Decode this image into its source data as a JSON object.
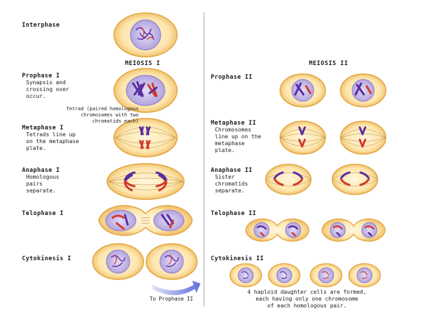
{
  "headers": {
    "meiosis1": "MEIOSIS I",
    "meiosis2": "MEIOSIS II"
  },
  "stages_left": {
    "interphase": "Interphase",
    "prophase1": "Prophase I",
    "prophase1_desc": "Synapsis and\ncrossing over\noccur.",
    "tetrad_note": "Tetrad (paired homologous\nchromosomes with two\nchromatids each)",
    "metaphase1": "Metaphase I",
    "metaphase1_desc": "Tetrads line up\non the metaphase\nplate.",
    "anaphase1": "Anaphase I",
    "anaphase1_desc": "Homologous\npairs\nseparate.",
    "telophase1": "Telophase I",
    "cytokinesis1": "Cytokinesis I",
    "to_prophase2": "To Prophase II"
  },
  "stages_right": {
    "prophase2": "Prophase II",
    "metaphase2": "Metaphase II",
    "metaphase2_desc": "Chromosomes\nline up on the\nmetaphase\nplate.",
    "anaphase2": "Anaphase II",
    "anaphase2_desc": "Sister\nchromatids\nseparate.",
    "telophase2": "Telophase II",
    "cytokinesis2": "Cytokinesis II",
    "footnote": "4 haploid daughter cells are formed,\neach having only one chromosome\nof each homologous pair."
  },
  "colors": {
    "cell_fill": "#fde9b8",
    "cell_edge": "#e0a43a",
    "nucleus": "#c9bde8",
    "purple": "#5a2ca0",
    "red": "#d23a2a",
    "divider": "#bdbdbd",
    "arrow": "#6f7fd8"
  }
}
